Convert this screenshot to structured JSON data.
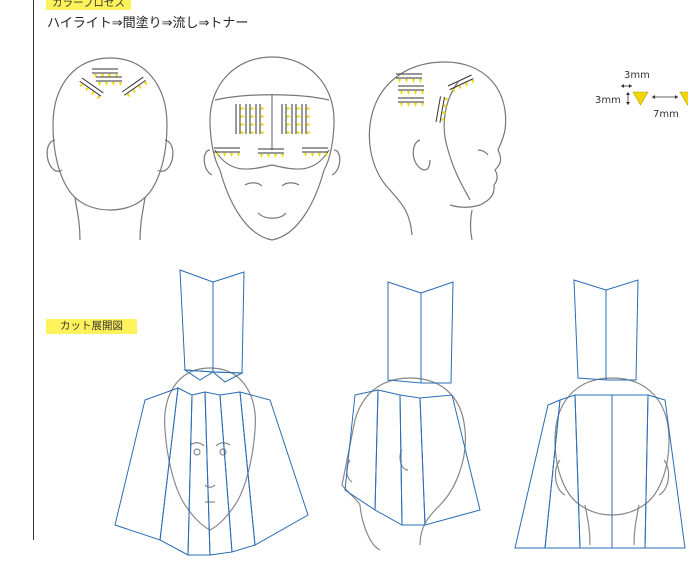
{
  "labels": {
    "process_tag": "カラープロセス",
    "process_steps": "ハイライト⇒間塗り⇒流し⇒トナー",
    "cut_tag": "カット展開図"
  },
  "legend": {
    "width_label": "3mm",
    "height_label": "3mm",
    "gap_label": "7mm"
  },
  "colors": {
    "highlight": "#f2d600",
    "line": "#666666",
    "blue": "#2a6cb4",
    "tag_bg": "#fff25a"
  }
}
